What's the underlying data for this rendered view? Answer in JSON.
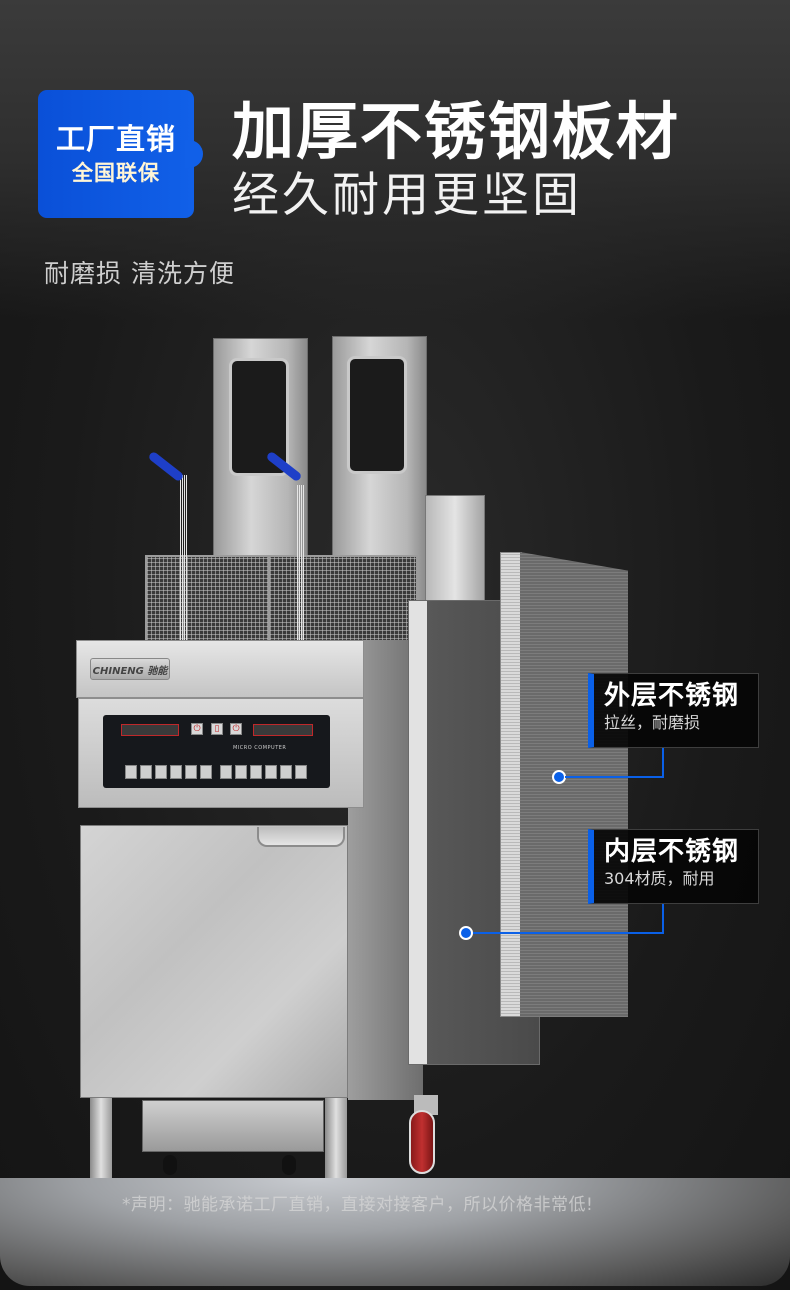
{
  "badge": {
    "line1": "工厂直销",
    "line2": "全国联保",
    "color": "#0a60e8"
  },
  "headline": {
    "title": "加厚不锈钢板材",
    "subtitle": "经久耐用更坚固"
  },
  "tagline": "耐磨损 清洗方便",
  "product": {
    "brand_logo": "CHINENG 驰能",
    "control_panel_label": "MICRO COMPUTER",
    "handle_color": "#1e3fc8",
    "wheel_color": "#b02828"
  },
  "callouts": [
    {
      "title": "外层不锈钢",
      "subtitle": "拉丝，耐磨损"
    },
    {
      "title": "内层不锈钢",
      "subtitle": "304材质，耐用"
    }
  ],
  "disclaimer": "*声明：驰能承诺工厂直销，直接对接客户，所以价格非常低!",
  "colors": {
    "accent": "#0a60e8",
    "background": "#1c1c1c"
  }
}
